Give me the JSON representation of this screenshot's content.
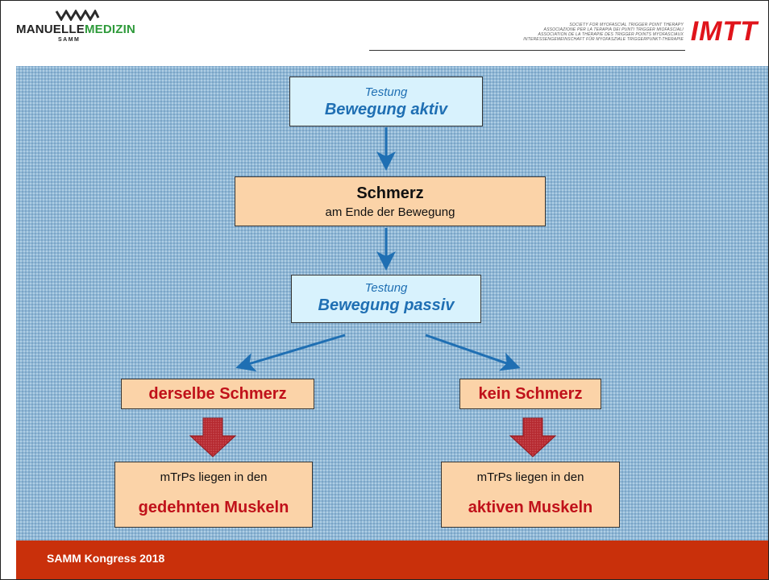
{
  "header": {
    "logo_main_part1": "MANUELLE",
    "logo_main_part2": "MEDIZIN",
    "logo_sub": "SAMM",
    "association_lines": [
      "SOCIETY FOR MYOFASCIAL TRIGGER POINT THERAPY",
      "ASSOCIAZIONE PER LA TERAPIA DEI PUNTI TRIGGER MIOFASCIALI",
      "ASSOCIATION DE LA THÉRAPIE DES TRIGGER POINTS MYOFASCIAUX",
      "INTERESSENGEMEINSCHAFT FÜR MYOFASZIALE TRIGGERPUNKT-THERAPIE"
    ],
    "brand": "IMTT",
    "brand_color": "#e0141b",
    "logo_accent_color": "#2e9a3a"
  },
  "diagram": {
    "panel_color": "#8fb8d7",
    "arrow_color": "#1f6fb3",
    "down_arrow_color": "#b5282f",
    "step1": {
      "line1": "Testung",
      "line2": "Bewegung aktiv"
    },
    "step2": {
      "line1": "Schmerz",
      "line2": "am Ende der Bewegung"
    },
    "step3": {
      "line1": "Testung",
      "line2": "Bewegung passiv"
    },
    "left_branch": {
      "result": "derselbe Schmerz",
      "line1": "mTrPs liegen in den",
      "line2": "gedehnten Muskeln"
    },
    "right_branch": {
      "result": "kein Schmerz",
      "line1": "mTrPs liegen in den",
      "line2": "aktiven Muskeln"
    }
  },
  "footer": {
    "text": "SAMM Kongress 2018",
    "color": "#c9300b"
  }
}
